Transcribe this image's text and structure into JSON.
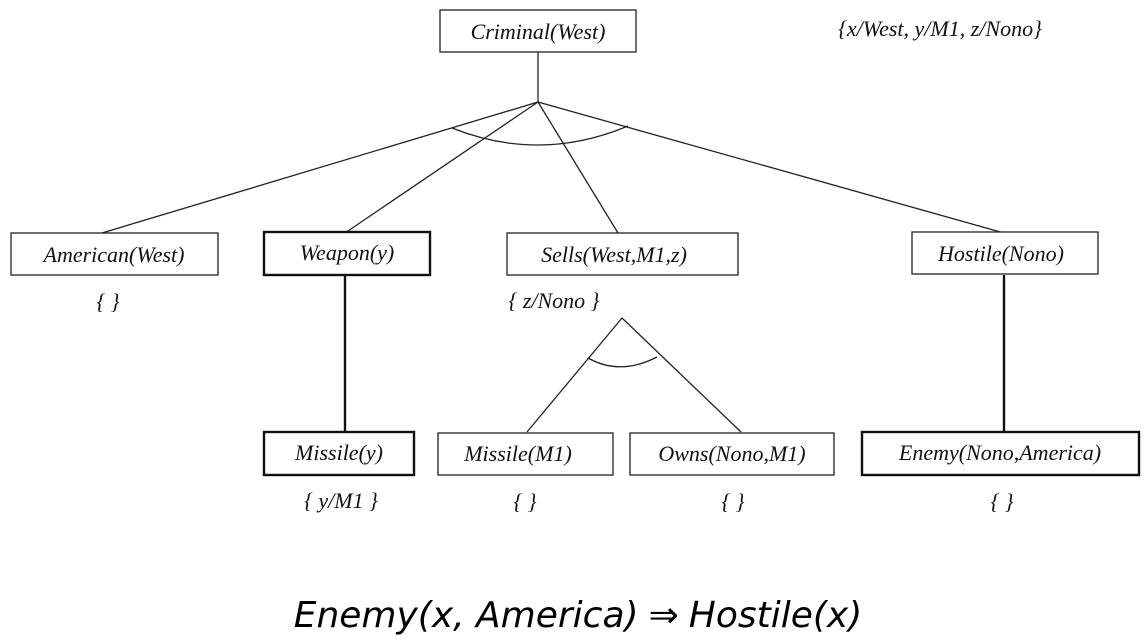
{
  "diagram": {
    "root": {
      "label": "Criminal(West)",
      "substitution": "{x/West, y/M1, z/Nono}"
    },
    "children": [
      {
        "label": "American(West)",
        "substitution": "{ }"
      },
      {
        "label": "Weapon(y)",
        "substitution": ""
      },
      {
        "label": "Sells(West,M1,z)",
        "substitution": "{ z/Nono }"
      },
      {
        "label": "Hostile(Nono)",
        "substitution": ""
      }
    ],
    "grandchildren": [
      {
        "parent": "Weapon(y)",
        "label": "Missile(y)",
        "substitution": "{ y/M1 }"
      },
      {
        "parent": "Sells(West,M1,z)",
        "label": "Missile(M1)",
        "substitution": "{ }"
      },
      {
        "parent": "Sells(West,M1,z)",
        "label": "Owns(Nono,M1)",
        "substitution": "{ }"
      },
      {
        "parent": "Hostile(Nono)",
        "label": "Enemy(Nono,America)",
        "substitution": "{ }"
      }
    ],
    "rule": {
      "lhs": "Enemy(x, America)",
      "arrow": "⇒",
      "rhs": "Hostile(x)"
    }
  }
}
